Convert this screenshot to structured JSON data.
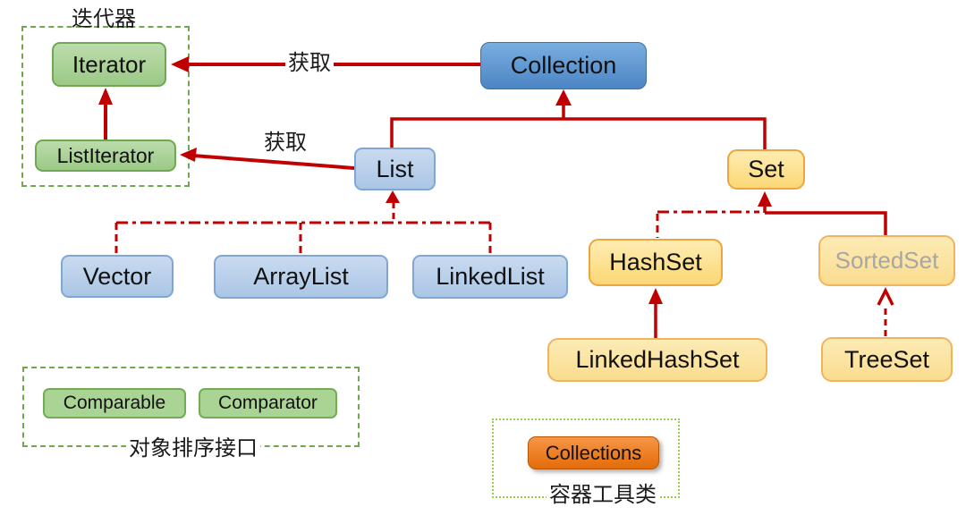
{
  "diagram": {
    "groups": {
      "iterator": {
        "label": "迭代器"
      },
      "sorting": {
        "label": "对象排序接口"
      },
      "utility": {
        "label": "容器工具类"
      }
    },
    "edge_labels": {
      "acquire_collection": "获取",
      "acquire_list": "获取"
    },
    "nodes": {
      "collection": "Collection",
      "list": "List",
      "set": "Set",
      "vector": "Vector",
      "arraylist": "ArrayList",
      "linkedlist": "LinkedList",
      "hashset": "HashSet",
      "sortedset": "SortedSet",
      "linkedhashset": "LinkedHashSet",
      "treeset": "TreeSet",
      "iterator": "Iterator",
      "listiterator": "ListIterator",
      "comparable": "Comparable",
      "comparator": "Comparator",
      "collections": "Collections"
    },
    "colors": {
      "arrow_red": "#C00000",
      "blue_dark": "#4C85C4",
      "blue_light": "#B9CDE8",
      "yellow": "#FBD876",
      "yellow_border": "#EEA53C",
      "green": "#A9D494",
      "green_border": "#6FA84F",
      "orange": "#ED7D31",
      "muted_text": "#A6A6A6"
    }
  }
}
